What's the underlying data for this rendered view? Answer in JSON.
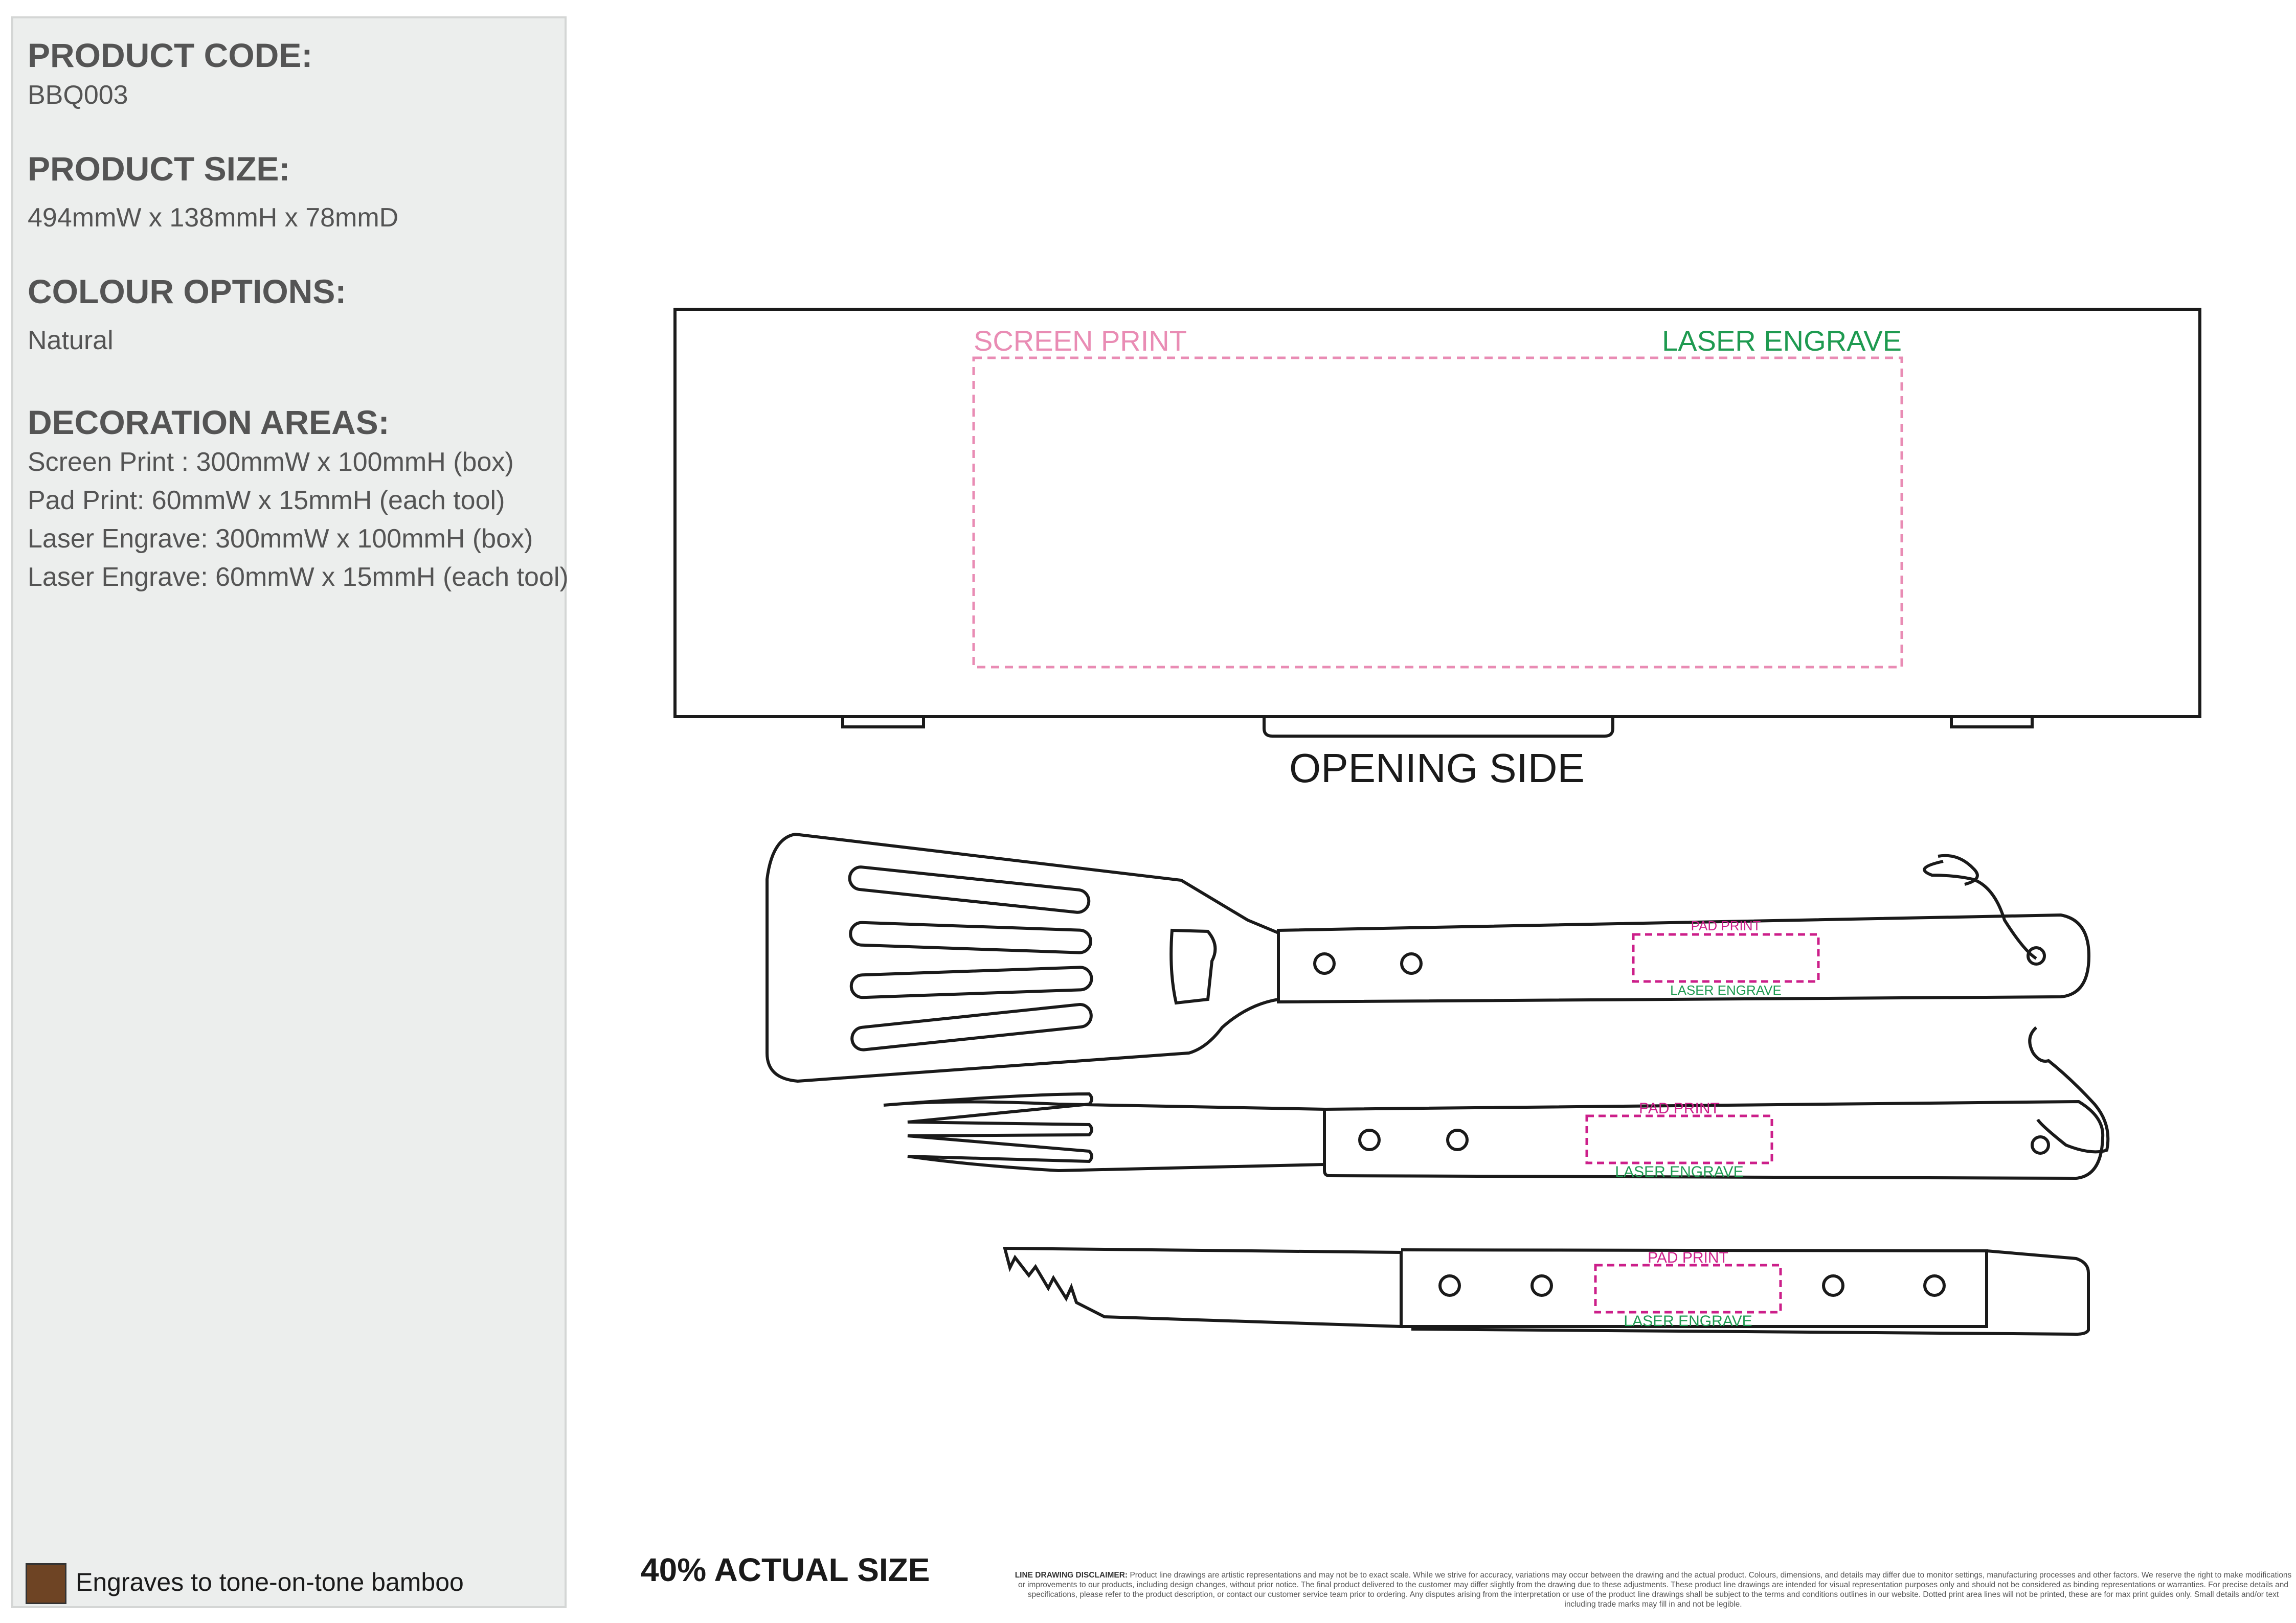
{
  "sidebar": {
    "product_code_heading": "PRODUCT CODE:",
    "product_code": "BBQ003",
    "product_size_heading": "PRODUCT SIZE:",
    "product_size": "494mmW x 138mmH x 78mmD",
    "colour_heading": "COLOUR OPTIONS:",
    "colour": "Natural",
    "decoration_heading": "DECORATION AREAS:",
    "decoration_areas": [
      "Screen Print : 300mmW x 100mmH (box)",
      "Pad Print: 60mmW x 15mmH (each tool)",
      "Laser Engrave: 300mmW x 100mmH (box)",
      "Laser Engrave: 60mmW x 15mmH (each tool)"
    ],
    "swatch_color": "#6e4424",
    "swatch_label": "Engraves to tone-on-tone bamboo"
  },
  "drawing": {
    "box_screen_print_label": "SCREEN PRINT",
    "box_laser_engrave_label": "LASER ENGRAVE",
    "opening_side_label": "OPENING SIDE",
    "pad_print_label": "PAD PRINT",
    "tool_laser_engrave_label": "LASER ENGRAVE",
    "screen_print_color": "#e98cb4",
    "laser_engrave_color": "#1e9a50",
    "pad_print_color": "#cc1f8a"
  },
  "footer": {
    "scale_label": "40% ACTUAL SIZE",
    "disclaimer_title": "LINE DRAWING DISCLAIMER:",
    "disclaimer_text": "Product line drawings are artistic representations and may not be to exact scale. While we strive for accuracy, variations may occur between the drawing and the actual product. Colours, dimensions, and details may differ due to monitor settings, manufacturing processes and other factors. We reserve the right to make modifications or improvements to our products, including design changes, without prior notice. The final product delivered to the customer may differ slightly from the drawing due to these adjustments. These product line drawings are intended for visual representation purposes only and should not be considered as binding representations or warranties. For precise details and specifications, please refer to the product description, or contact our customer service team prior to ordering. Any disputes arising from the interpretation or use of the product line drawings shall be subject to the terms and conditions outlines in our website. Dotted print area lines will not be printed, these are for max print guides only. Small details and/or text including trade marks may fill in and not be legible."
  }
}
